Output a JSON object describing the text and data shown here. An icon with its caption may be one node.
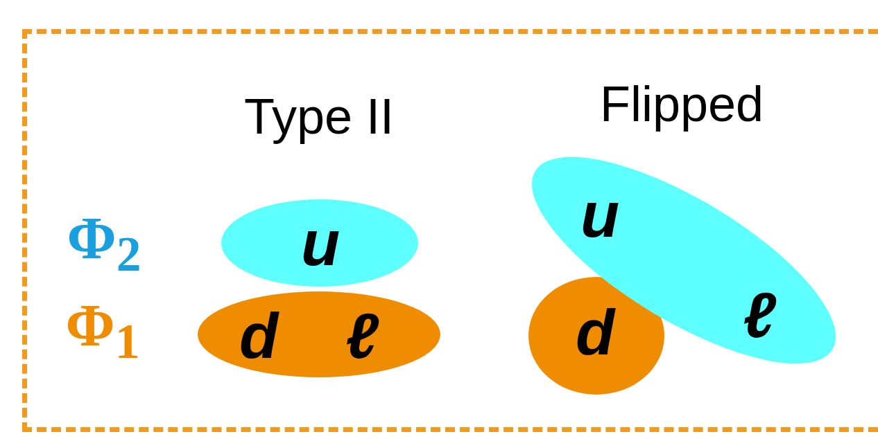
{
  "diagram": {
    "nodes": [
      {
        "text": [],
        "shape": "box"
      },
      {
        "text": [
          "u"
        ],
        "in": 0
      },
      {
        "text": [
          "d",
          "ℓ"
        ],
        "in": 0
      },
      {
        "text": [
          "u",
          "ℓ"
        ],
        "in": 0
      },
      {
        "text": [
          "d"
        ],
        "in": 0
      }
    ],
    "labels": [
      "Type II",
      "Flipped",
      "Φ$_{2}$",
      "Φ$_{1}$"
    ]
  }
}
